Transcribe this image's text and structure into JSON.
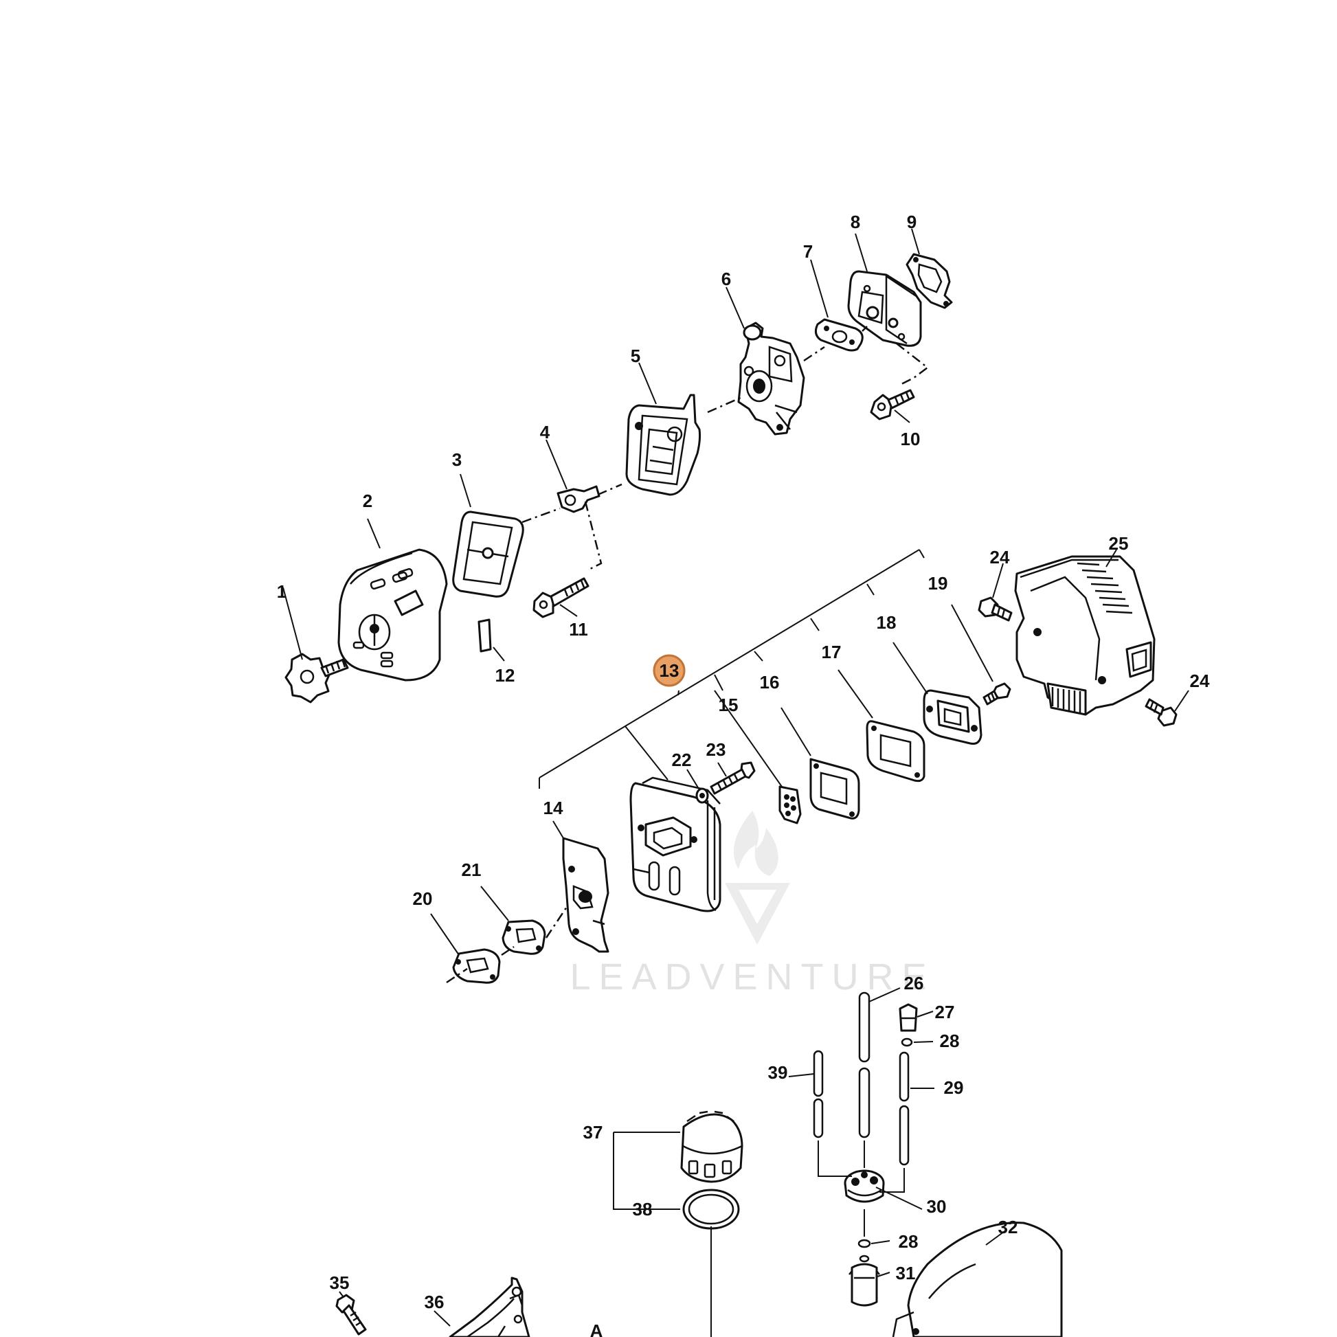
{
  "watermark": {
    "text": "LEADVENTURE"
  },
  "highlight": {
    "label": "13",
    "color": "#e8a064"
  },
  "ink_color": "#111111",
  "part_numbers": [
    "1",
    "2",
    "3",
    "4",
    "5",
    "6",
    "7",
    "8",
    "9",
    "10",
    "11",
    "12",
    "13",
    "14",
    "15",
    "16",
    "17",
    "18",
    "19",
    "20",
    "21",
    "22",
    "23",
    "24",
    "24",
    "25",
    "26",
    "27",
    "28",
    "28",
    "29",
    "30",
    "31",
    "32",
    "35",
    "36",
    "37",
    "38",
    "39",
    "A"
  ]
}
